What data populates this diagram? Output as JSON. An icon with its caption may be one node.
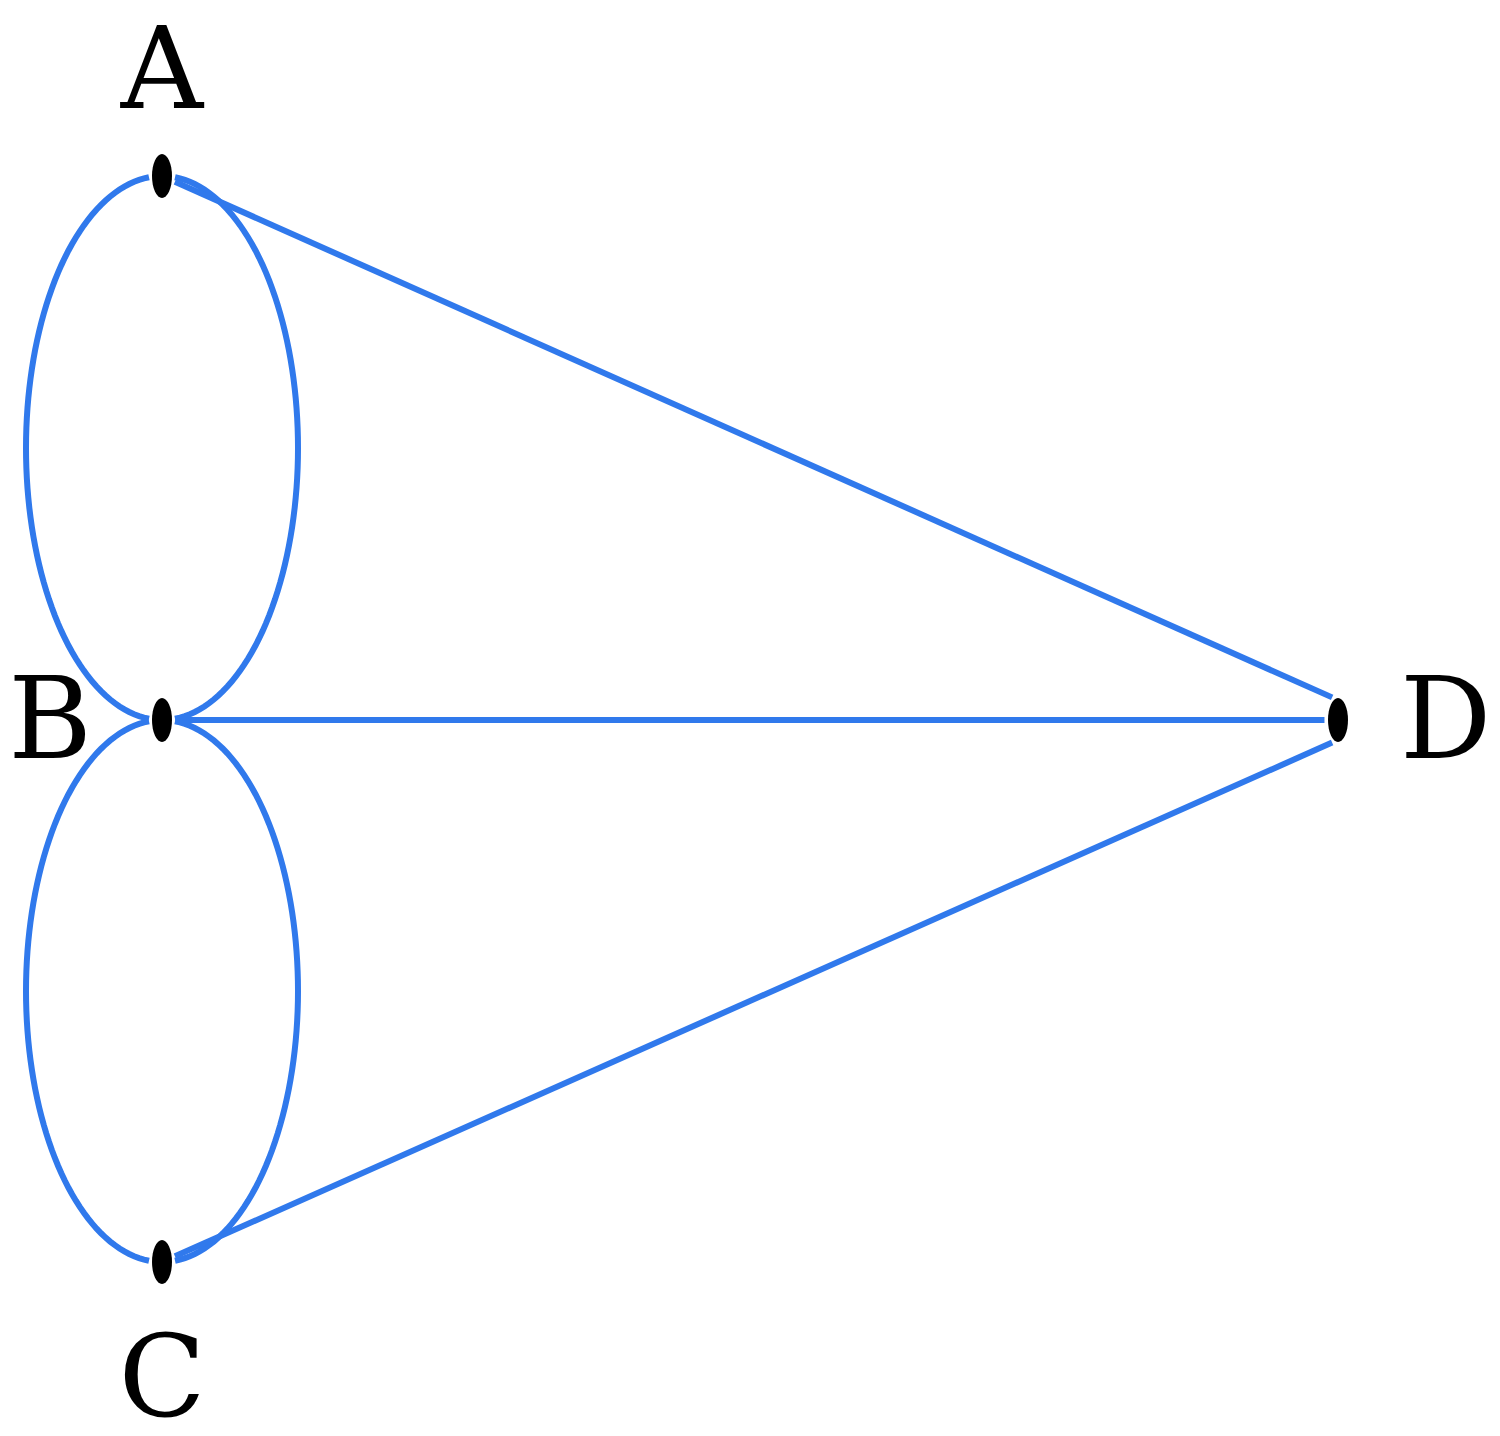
{
  "diagram": {
    "nodes": [
      {
        "text": [
          "A"
        ]
      },
      {
        "text": [
          "B"
        ]
      },
      {
        "text": [
          "C"
        ]
      },
      {
        "text": [
          "D"
        ]
      }
    ],
    "edges": [
      {
        "from": 0,
        "to": 1,
        "arrow": "none"
      },
      {
        "from": 0,
        "to": 1,
        "arrow": "none"
      },
      {
        "from": 1,
        "to": 2,
        "arrow": "none"
      },
      {
        "from": 1,
        "to": 2,
        "arrow": "none"
      },
      {
        "from": 0,
        "to": 3,
        "arrow": "none"
      },
      {
        "from": 1,
        "to": 3,
        "arrow": "none"
      },
      {
        "from": 2,
        "to": 3,
        "arrow": "none"
      }
    ]
  }
}
